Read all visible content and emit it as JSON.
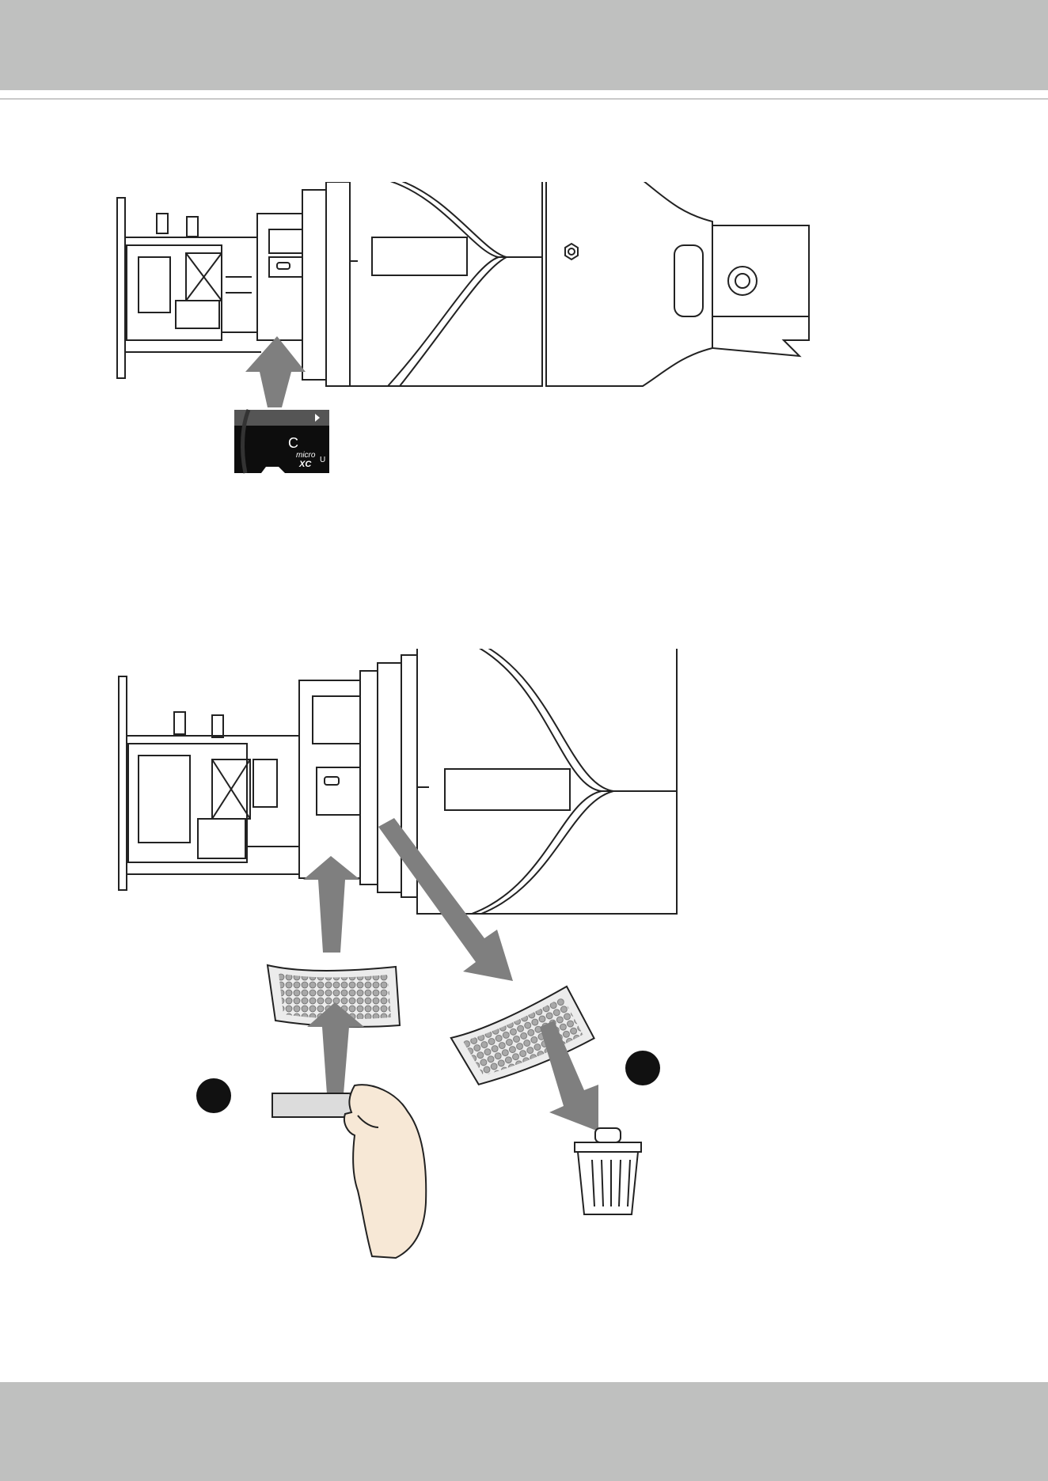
{
  "colors": {
    "band": "#bfc0bf",
    "rule": "#c9c9c9",
    "line": "#222222",
    "badge": "#111111",
    "bag": "#e9e9e9",
    "bead": "#9a9a9a",
    "skin": "#f7e8d6",
    "card": "#0d0d0d"
  },
  "microsd": {
    "capacity_mark": "C",
    "logo_line1": "micro",
    "logo_line2": "XC",
    "uhs_mark": "U"
  },
  "icons": {
    "badge_1": "filled-circle-badge",
    "badge_2": "filled-circle-badge",
    "trash": "trash-bin-icon",
    "hand": "hand-icon"
  }
}
